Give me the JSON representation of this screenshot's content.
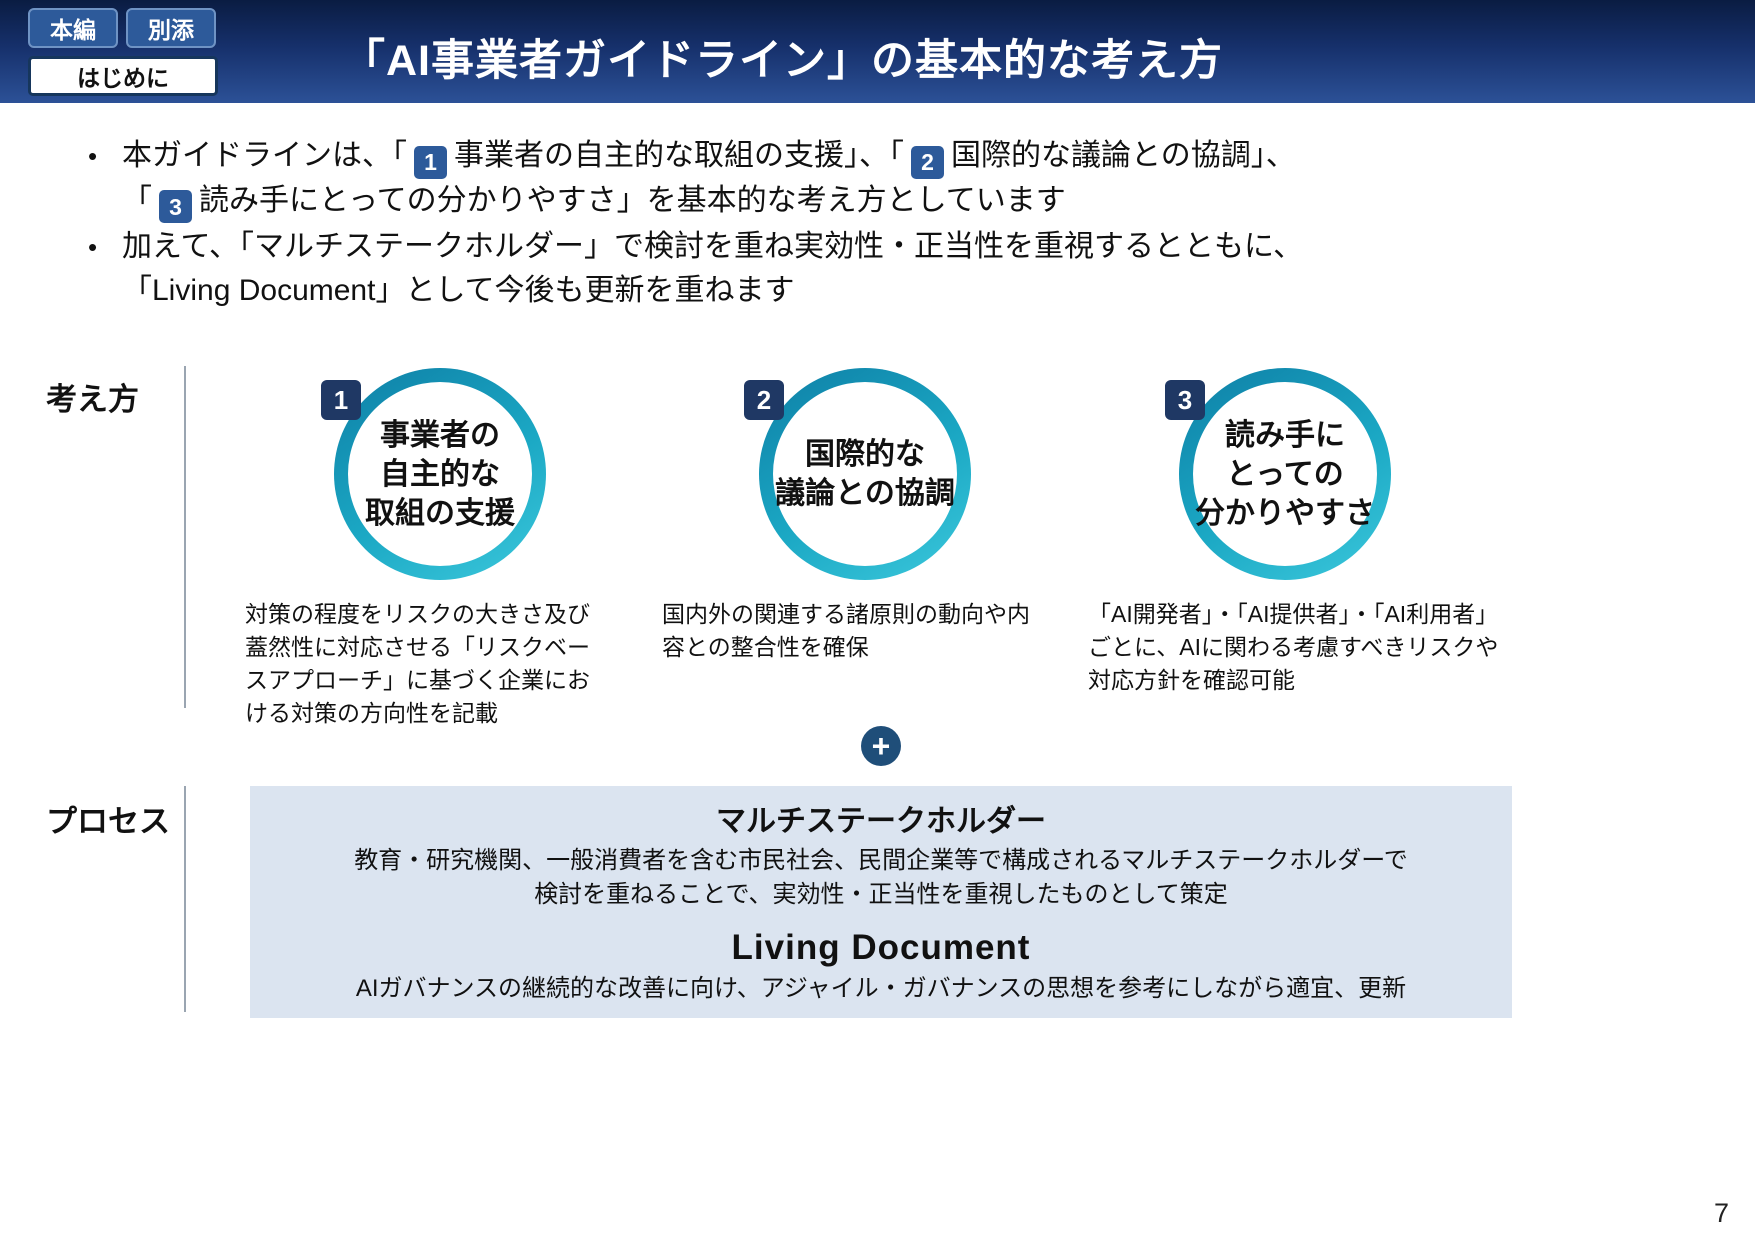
{
  "page_number": "7",
  "header": {
    "title": "「AI事業者ガイドライン」の基本的な考え方",
    "tabs": [
      {
        "label": "本編"
      },
      {
        "label": "別添"
      }
    ],
    "section": "はじめに"
  },
  "bullets": {
    "marker": "•",
    "b1": {
      "seg1": "本ガイドラインは、「",
      "n1": "1",
      "seg2": "事業者の自主的な取組の支援」、「",
      "n2": "2",
      "seg3": "国際的な議論との協調」、",
      "seg4": "「",
      "n3": "3",
      "seg5": "読み手にとっての分かりやすさ」を基本的な考え方としています"
    },
    "b2": {
      "line1": "加えて、「マルチステークホルダー」で検討を重ね実効性・正当性を重視するとともに、",
      "line2": "「Living Document」として今後も更新を重ねます"
    }
  },
  "concepts": {
    "label": "考え方",
    "plus": "+",
    "items": [
      {
        "number": "1",
        "title": "事業者の\n自主的な\n取組の支援",
        "description": "対策の程度をリスクの大きさ及び蓋然性に対応させる「リスクベースアプローチ」に基づく企業における対策の方向性を記載"
      },
      {
        "number": "2",
        "title": "国際的な\n議論との協調",
        "description": "国内外の関連する諸原則の動向や内容との整合性を確保"
      },
      {
        "number": "3",
        "title": "読み手に\nとっての\n分かりやすさ",
        "description": "「AI開発者」・「AI提供者」・「AI利用者」ごとに、AIに関わる考慮すべきリスクや対応方針を確認可能"
      }
    ]
  },
  "process": {
    "label": "プロセス",
    "boxes": [
      {
        "title": "マルチステークホルダー",
        "body": "教育・研究機関、一般消費者を含む市民社会、民間企業等で構成されるマルチステークホルダーで\n検討を重ねることで、実効性・正当性を重視したものとして策定"
      },
      {
        "title": "Living Document",
        "body": "AIガバナンスの継続的な改善に向け、アジャイル・ガバナンスの思想を参考にしながら適宜、更新"
      }
    ]
  },
  "colors": {
    "header_top": "#0a1c42",
    "header_bottom": "#2c5197",
    "accent_navy": "#1f3864",
    "badge_blue": "#2d5a9a",
    "ring_teal": "#1ba8c4",
    "box_light_blue": "#dbe4f0"
  }
}
